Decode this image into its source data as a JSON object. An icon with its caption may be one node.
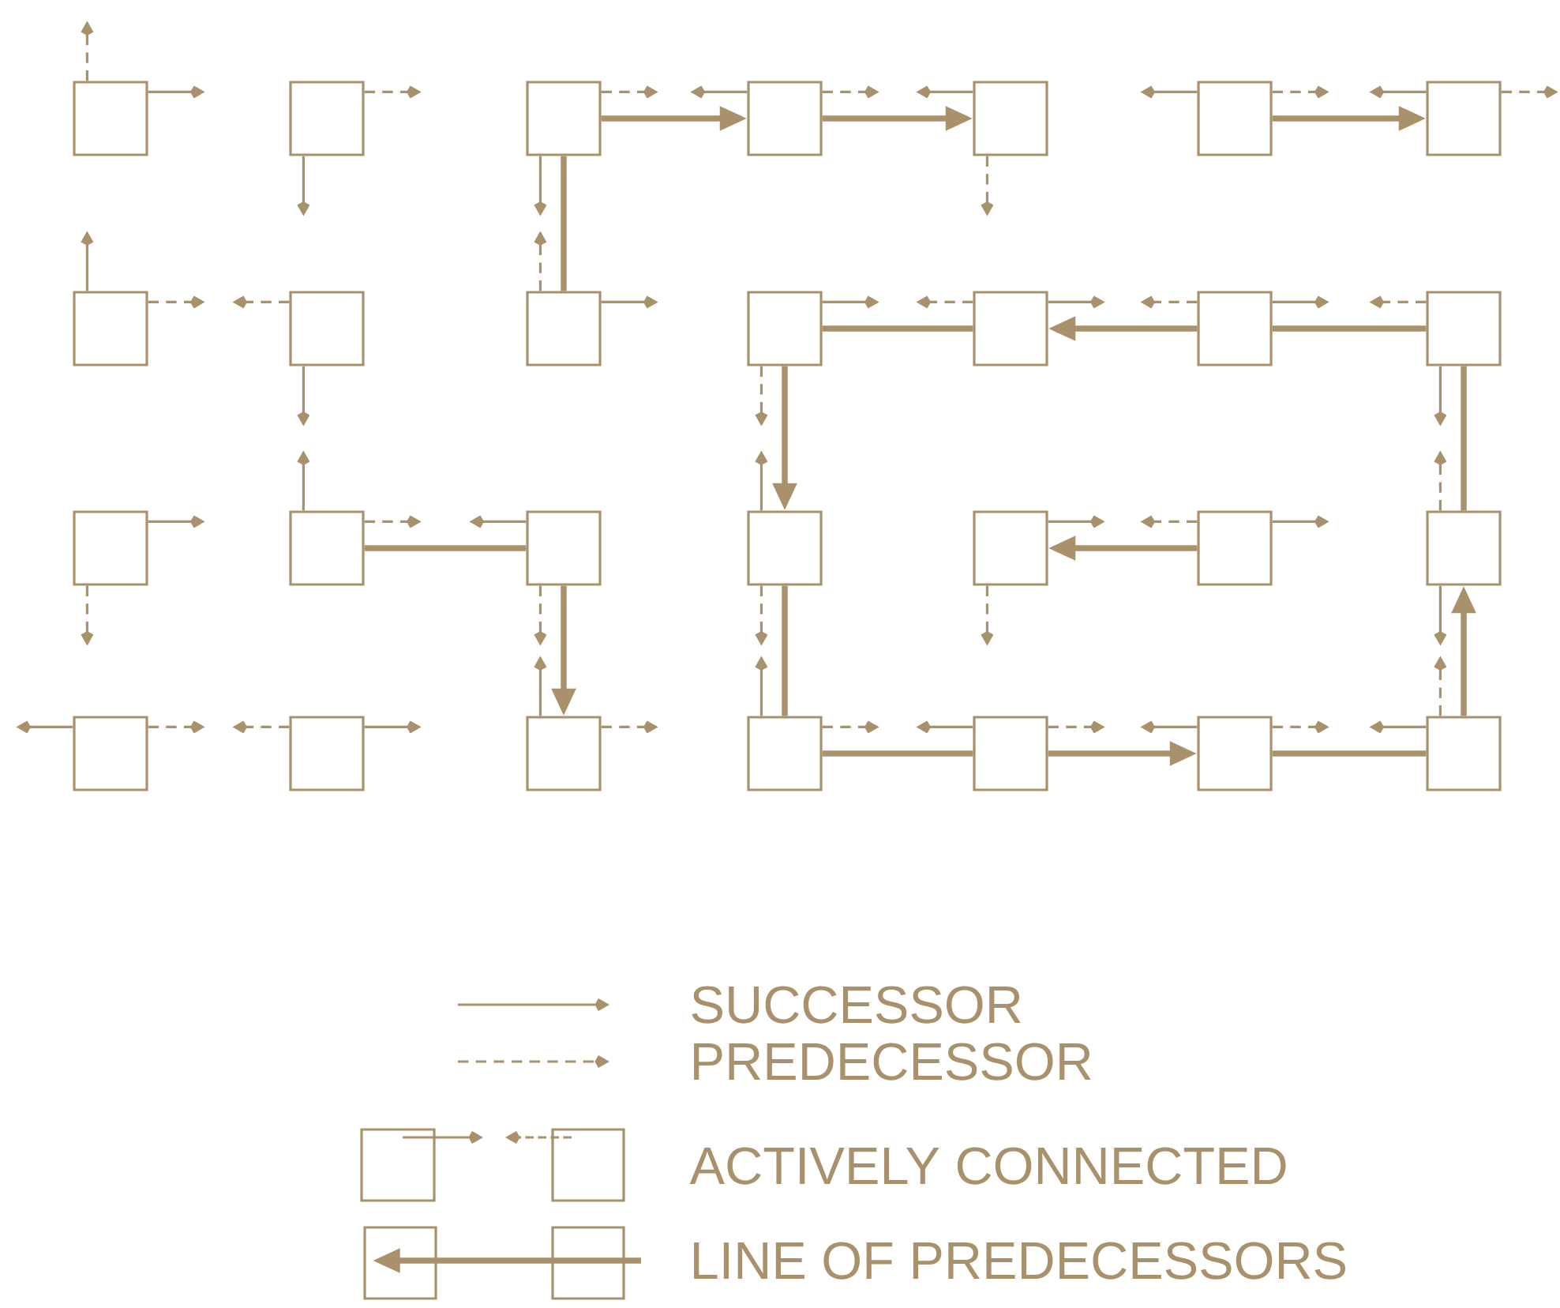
{
  "diagram": {
    "nodes": [
      {
        "text": [],
        "shape": "box"
      },
      {
        "text": [],
        "shape": "box"
      },
      {
        "text": [],
        "shape": "box"
      },
      {
        "text": [],
        "shape": "box"
      },
      {
        "text": [],
        "shape": "box"
      },
      {
        "text": [],
        "shape": "box"
      },
      {
        "text": [],
        "shape": "box"
      },
      {
        "text": [],
        "shape": "box"
      },
      {
        "text": [],
        "shape": "box"
      },
      {
        "text": [],
        "shape": "box"
      },
      {
        "text": [],
        "shape": "box"
      },
      {
        "text": [],
        "shape": "box"
      },
      {
        "text": [],
        "shape": "box"
      },
      {
        "text": [],
        "shape": "box"
      },
      {
        "text": [],
        "shape": "box"
      },
      {
        "text": [],
        "shape": "box"
      },
      {
        "text": [],
        "shape": "box"
      },
      {
        "text": [],
        "shape": "box"
      },
      {
        "text": [],
        "shape": "box"
      },
      {
        "text": [],
        "shape": "box"
      },
      {
        "text": [],
        "shape": "box"
      },
      {
        "text": [],
        "shape": "box"
      },
      {
        "text": [],
        "shape": "box"
      },
      {
        "text": [],
        "shape": "box"
      },
      {
        "text": [],
        "shape": "box"
      },
      {
        "text": [],
        "shape": "box"
      },
      {
        "text": [],
        "shape": "box"
      },
      {
        "text": [],
        "shape": "box"
      }
    ],
    "edges": [
      {
        "from": 0,
        "to": null,
        "arrow": "to",
        "style": "dashed"
      },
      {
        "from": 0,
        "to": null,
        "arrow": "to"
      },
      {
        "from": 1,
        "to": null,
        "arrow": "to",
        "style": "dashed"
      },
      {
        "from": 1,
        "to": null,
        "arrow": "to"
      },
      {
        "from": 2,
        "to": null,
        "arrow": "to",
        "style": "dashed"
      },
      {
        "from": 2,
        "to": null,
        "arrow": "to"
      },
      {
        "from": 3,
        "to": null,
        "arrow": "to"
      },
      {
        "from": 3,
        "to": null,
        "arrow": "to",
        "style": "dashed"
      },
      {
        "from": 4,
        "to": null,
        "arrow": "to"
      },
      {
        "from": 4,
        "to": null,
        "arrow": "to",
        "style": "dashed"
      },
      {
        "from": 5,
        "to": null,
        "arrow": "to"
      },
      {
        "from": 5,
        "to": null,
        "arrow": "to",
        "style": "dashed"
      },
      {
        "from": 6,
        "to": null,
        "arrow": "to"
      },
      {
        "from": 6,
        "to": null,
        "arrow": "to",
        "style": "dashed"
      },
      {
        "from": 7,
        "to": null,
        "arrow": "to"
      },
      {
        "from": 7,
        "to": null,
        "arrow": "to",
        "style": "dashed"
      },
      {
        "from": 8,
        "to": null,
        "arrow": "to",
        "style": "dashed"
      },
      {
        "from": 8,
        "to": null,
        "arrow": "to"
      },
      {
        "from": 9,
        "to": null,
        "arrow": "to",
        "style": "dashed"
      },
      {
        "from": 9,
        "to": null,
        "arrow": "to"
      },
      {
        "from": 10,
        "to": null,
        "arrow": "to"
      },
      {
        "from": 10,
        "to": null,
        "arrow": "to",
        "style": "dashed"
      },
      {
        "from": 11,
        "to": null,
        "arrow": "to",
        "style": "dashed"
      },
      {
        "from": 11,
        "to": null,
        "arrow": "to"
      },
      {
        "from": 12,
        "to": null,
        "arrow": "to",
        "style": "dashed"
      },
      {
        "from": 12,
        "to": null,
        "arrow": "to"
      },
      {
        "from": 13,
        "to": null,
        "arrow": "to",
        "style": "dashed"
      },
      {
        "from": 13,
        "to": null,
        "arrow": "to"
      },
      {
        "from": 14,
        "to": null,
        "arrow": "to"
      },
      {
        "from": 14,
        "to": null,
        "arrow": "to",
        "style": "dashed"
      },
      {
        "from": 15,
        "to": null,
        "arrow": "to"
      },
      {
        "from": 15,
        "to": null,
        "arrow": "to",
        "style": "dashed"
      },
      {
        "from": 16,
        "to": null,
        "arrow": "to"
      },
      {
        "from": 16,
        "to": null,
        "arrow": "to",
        "style": "dashed"
      },
      {
        "from": 17,
        "to": null,
        "arrow": "to"
      },
      {
        "from": 17,
        "to": null,
        "arrow": "to",
        "style": "dashed"
      },
      {
        "from": 18,
        "to": null,
        "arrow": "to"
      },
      {
        "from": 18,
        "to": null,
        "arrow": "to",
        "style": "dashed"
      },
      {
        "from": 19,
        "to": null,
        "arrow": "to",
        "style": "dashed"
      },
      {
        "from": 19,
        "to": null,
        "arrow": "to"
      },
      {
        "from": 20,
        "to": null,
        "arrow": "to",
        "style": "dashed"
      },
      {
        "from": 20,
        "to": null,
        "arrow": "to"
      },
      {
        "from": 21,
        "to": null,
        "arrow": "to"
      },
      {
        "from": 21,
        "to": null,
        "arrow": "to",
        "style": "dashed"
      },
      {
        "from": 22,
        "to": null,
        "arrow": "to",
        "style": "dashed"
      },
      {
        "from": 22,
        "to": null,
        "arrow": "to"
      },
      {
        "from": 23,
        "to": null,
        "arrow": "to"
      },
      {
        "from": 23,
        "to": null,
        "arrow": "to",
        "style": "dashed"
      },
      {
        "from": 24,
        "to": null,
        "arrow": "to"
      },
      {
        "from": 24,
        "to": null,
        "arrow": "to",
        "style": "dashed"
      },
      {
        "from": 25,
        "to": null,
        "arrow": "to"
      },
      {
        "from": 25,
        "to": null,
        "arrow": "to",
        "style": "dashed"
      },
      {
        "from": 26,
        "to": null,
        "arrow": "to"
      },
      {
        "from": 26,
        "to": null,
        "arrow": "to",
        "style": "dashed"
      },
      {
        "from": 27,
        "to": null,
        "arrow": "to"
      },
      {
        "from": 27,
        "to": null,
        "arrow": "to",
        "style": "dashed"
      },
      {
        "from": 9,
        "to": 2,
        "arrow": "none",
        "style": "thick"
      },
      {
        "from": 2,
        "to": 3,
        "arrow": "to",
        "style": "thick"
      },
      {
        "from": 3,
        "to": 4,
        "arrow": "to",
        "style": "thick"
      },
      {
        "from": 5,
        "to": 6,
        "arrow": "to",
        "style": "thick"
      },
      {
        "from": 15,
        "to": 16,
        "arrow": "none",
        "style": "thick"
      },
      {
        "from": 16,
        "to": 23,
        "arrow": "to",
        "style": "thick"
      },
      {
        "from": 13,
        "to": 12,
        "arrow": "none",
        "style": "thick"
      },
      {
        "from": 12,
        "to": 11,
        "arrow": "to",
        "style": "thick"
      },
      {
        "from": 11,
        "to": 10,
        "arrow": "none",
        "style": "thick"
      },
      {
        "from": 10,
        "to": 17,
        "arrow": "to",
        "style": "thick"
      },
      {
        "from": 17,
        "to": 24,
        "arrow": "none",
        "style": "thick"
      },
      {
        "from": 24,
        "to": 25,
        "arrow": "none",
        "style": "thick"
      },
      {
        "from": 25,
        "to": 26,
        "arrow": "to",
        "style": "thick"
      },
      {
        "from": 26,
        "to": 27,
        "arrow": "none",
        "style": "thick"
      },
      {
        "from": 27,
        "to": 20,
        "arrow": "to",
        "style": "thick"
      },
      {
        "from": 20,
        "to": 13,
        "arrow": "none",
        "style": "thick"
      },
      {
        "from": 19,
        "to": 18,
        "arrow": "to",
        "style": "thick"
      }
    ],
    "legend": [
      {
        "text": "SUCCESSOR"
      },
      {
        "text": "PREDECESSOR"
      },
      {
        "text": "ACTIVELY CONNECTED"
      },
      {
        "text": "LINE OF PREDECESSORS"
      }
    ]
  }
}
